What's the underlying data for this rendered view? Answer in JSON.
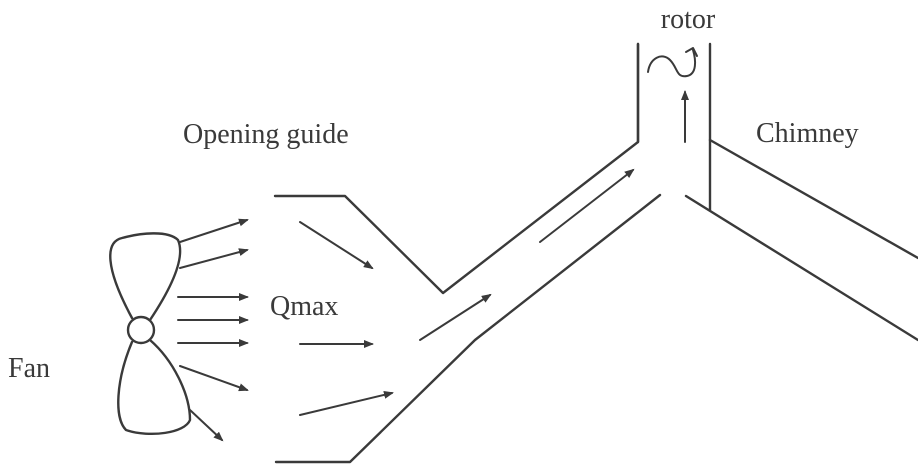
{
  "labels": {
    "rotor": "rotor",
    "opening_guide": "Opening guide",
    "chimney": "Chimney",
    "qmax": "Qmax",
    "fan": "Fan"
  },
  "colors": {
    "ink": "#3a3a3a",
    "background": "#ffffff"
  }
}
